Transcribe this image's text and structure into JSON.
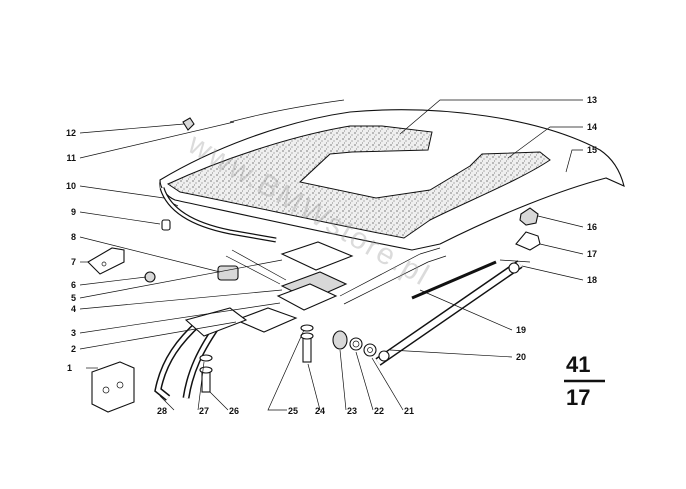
{
  "diagram": {
    "watermark": "www.BMWstore.pl",
    "group_number": "41",
    "page_number": "17",
    "callouts": [
      "1",
      "2",
      "3",
      "4",
      "5",
      "6",
      "7",
      "8",
      "9",
      "10",
      "11",
      "12",
      "13",
      "14",
      "15",
      "16",
      "17",
      "18",
      "19",
      "20",
      "21",
      "22",
      "23",
      "24",
      "25",
      "26",
      "27",
      "28"
    ]
  }
}
